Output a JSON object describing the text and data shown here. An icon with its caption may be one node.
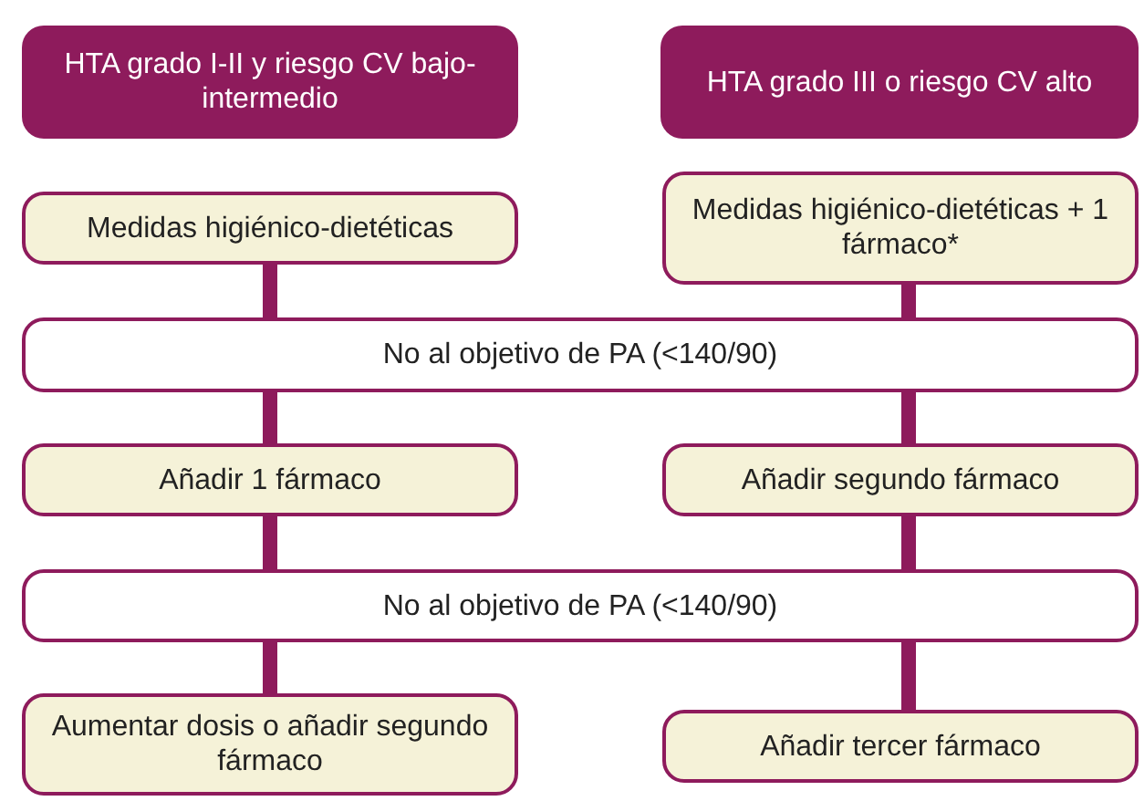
{
  "diagram": {
    "nodes": [
      {
        "text": [
          "HTA grado I-II y riesgo CV bajo-intermedio"
        ]
      },
      {
        "text": [
          "HTA grado III o riesgo CV alto"
        ]
      },
      {
        "text": [
          "Medidas higiénico-dietéticas"
        ]
      },
      {
        "text": [
          "Medidas higiénico-dietéticas + 1 fármaco*"
        ]
      },
      {
        "text": [
          "No al objetivo de PA (<140/90)"
        ]
      },
      {
        "text": [
          "Añadir 1 fármaco"
        ]
      },
      {
        "text": [
          "Añadir segundo fármaco"
        ]
      },
      {
        "text": [
          "No al objetivo de PA (<140/90)"
        ]
      },
      {
        "text": [
          "Aumentar dosis o añadir segundo fármaco"
        ]
      },
      {
        "text": [
          "Añadir tercer fármaco"
        ]
      }
    ],
    "edges": [
      {
        "from": 2,
        "to": 4,
        "arrow": "none"
      },
      {
        "from": 3,
        "to": 4,
        "arrow": "none"
      },
      {
        "from": 4,
        "to": 5,
        "arrow": "none"
      },
      {
        "from": 4,
        "to": 6,
        "arrow": "none"
      },
      {
        "from": 5,
        "to": 7,
        "arrow": "none"
      },
      {
        "from": 6,
        "to": 7,
        "arrow": "none"
      },
      {
        "from": 7,
        "to": 8,
        "arrow": "none"
      },
      {
        "from": 7,
        "to": 9,
        "arrow": "none"
      }
    ]
  }
}
